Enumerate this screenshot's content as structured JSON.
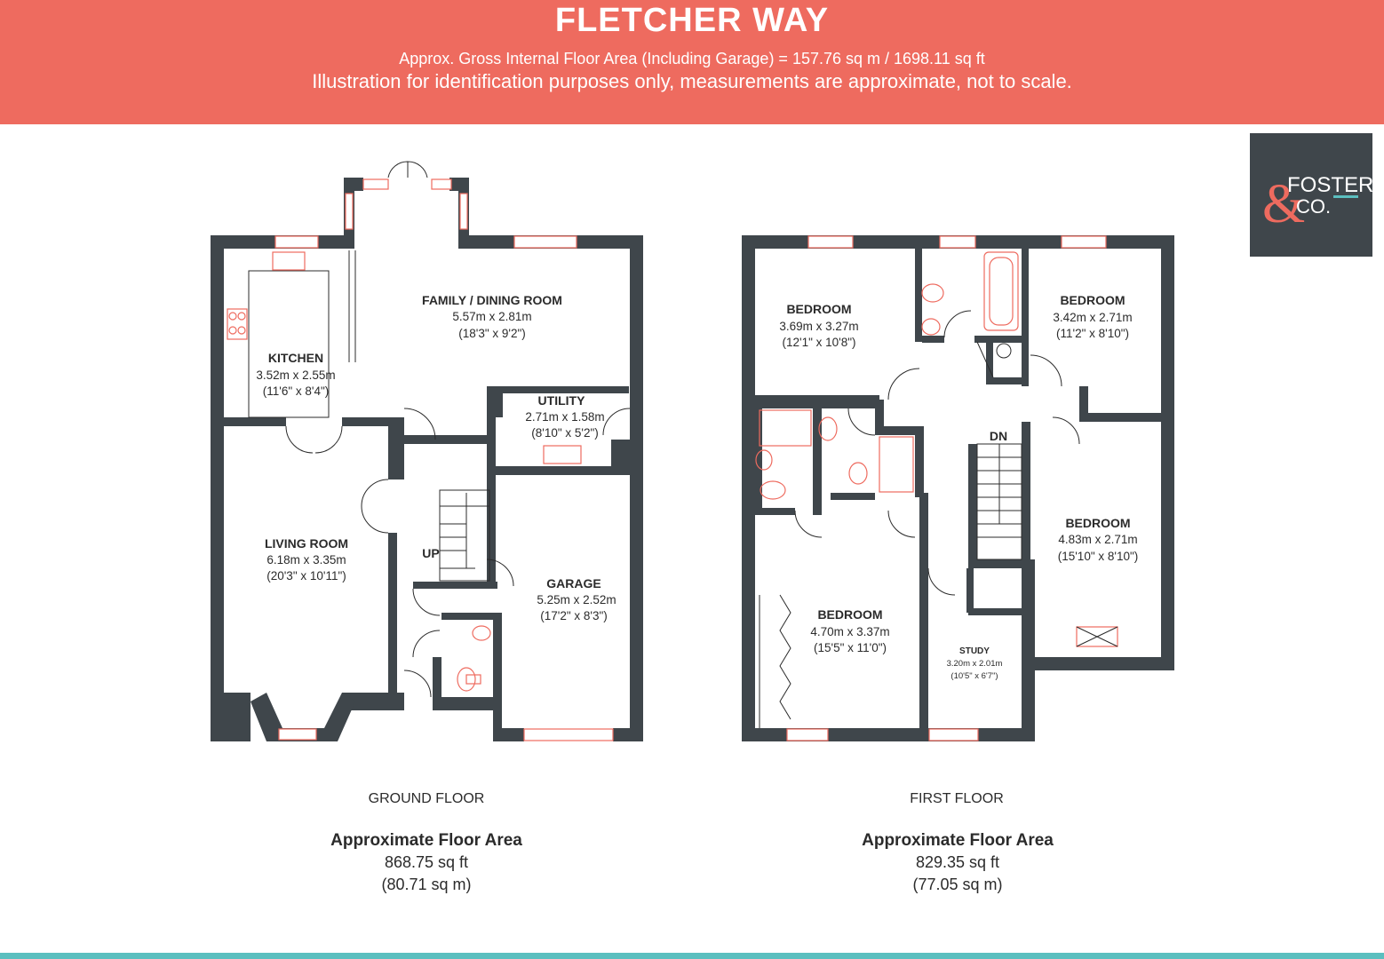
{
  "header": {
    "title": "FLETCHER WAY",
    "subtitle": "Approx. Gross Internal Floor Area (Including Garage) = 157.76 sq m / 1698.11 sq ft",
    "disclaimer": "Illustration for identification purposes only, measurements are approximate, not to scale."
  },
  "logo": {
    "amp": "&",
    "line1": "FOSTER",
    "line2": "CO."
  },
  "ground_floor": {
    "label": "GROUND FLOOR",
    "area_heading": "Approximate Floor Area",
    "area_sqft": "868.75 sq ft",
    "area_sqm": "(80.71 sq m)",
    "up_label": "UP",
    "rooms": {
      "family": {
        "name": "FAMILY / DINING ROOM",
        "metric": "5.57m x 2.81m",
        "imperial": "(18'3\" x 9'2\")"
      },
      "kitchen": {
        "name": "KITCHEN",
        "metric": "3.52m x 2.55m",
        "imperial": "(11'6\" x 8'4\")"
      },
      "utility": {
        "name": "UTILITY",
        "metric": "2.71m x 1.58m",
        "imperial": "(8'10\" x 5'2\")"
      },
      "living": {
        "name": "LIVING ROOM",
        "metric": "6.18m x 3.35m",
        "imperial": "(20'3\" x 10'11\")"
      },
      "garage": {
        "name": "GARAGE",
        "metric": "5.25m x 2.52m",
        "imperial": "(17'2\" x 8'3\")"
      }
    }
  },
  "first_floor": {
    "label": "FIRST FLOOR",
    "area_heading": "Approximate Floor Area",
    "area_sqft": "829.35 sq ft",
    "area_sqm": "(77.05 sq m)",
    "dn_label": "DN",
    "rooms": {
      "bed1": {
        "name": "BEDROOM",
        "metric": "3.69m x 3.27m",
        "imperial": "(12'1\" x 10'8\")"
      },
      "bed2": {
        "name": "BEDROOM",
        "metric": "3.42m x 2.71m",
        "imperial": "(11'2\" x 8'10\")"
      },
      "bed3": {
        "name": "BEDROOM",
        "metric": "4.83m x 2.71m",
        "imperial": "(15'10\" x 8'10\")"
      },
      "bed4": {
        "name": "BEDROOM",
        "metric": "4.70m x 3.37m",
        "imperial": "(15'5\" x 11'0\")"
      },
      "study": {
        "name": "STUDY",
        "metric": "3.20m x 2.01m",
        "imperial": "(10'5\" x 6'7\")"
      }
    }
  },
  "colors": {
    "banner": "#ee6b5f",
    "wall": "#3f464b",
    "accent": "#5bbfbf",
    "logo_bg": "#3f464b"
  }
}
